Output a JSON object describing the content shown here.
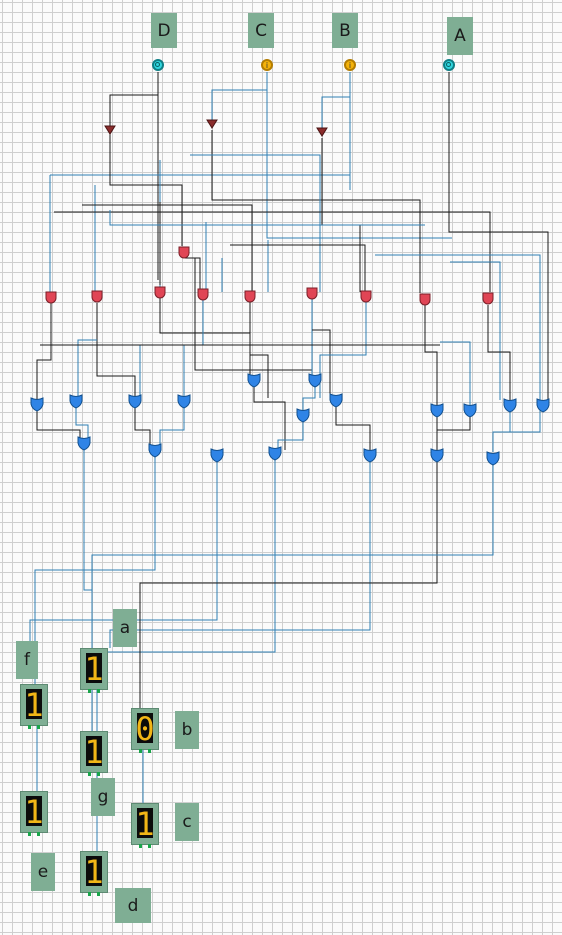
{
  "inputs": [
    {
      "label": "D",
      "state": "low",
      "glyph": ""
    },
    {
      "label": "C",
      "state": "high",
      "glyph": "i"
    },
    {
      "label": "B",
      "state": "high",
      "glyph": "i"
    },
    {
      "label": "A",
      "state": "low",
      "glyph": ""
    }
  ],
  "displays": [
    {
      "segment": "a",
      "value": "1"
    },
    {
      "segment": "b",
      "value": "0"
    },
    {
      "segment": "c",
      "value": "1"
    },
    {
      "segment": "d",
      "value": "1"
    },
    {
      "segment": "e",
      "value": "1"
    },
    {
      "segment": "f",
      "value": "1"
    },
    {
      "segment": "g",
      "value": "1"
    }
  ],
  "colors": {
    "label_bg": "#7fae94",
    "and_gate": "#e04555",
    "or_gate": "#2f84e6",
    "not_gate": "#8b2c2c",
    "wire_dark": "#1a1a1a",
    "wire_blue": "#2f7fb3"
  }
}
